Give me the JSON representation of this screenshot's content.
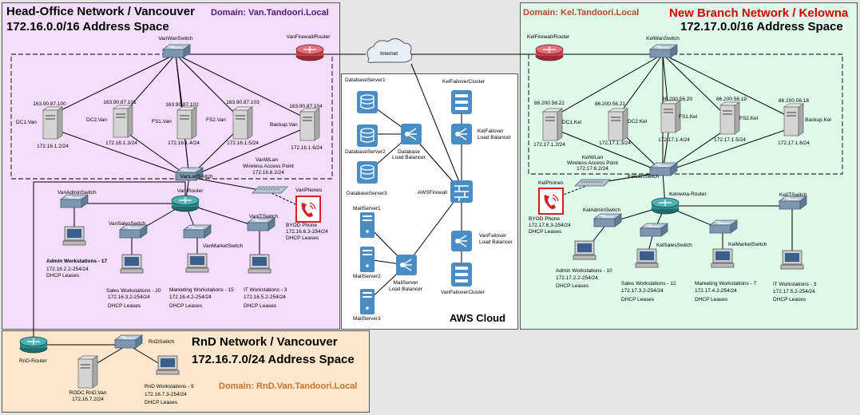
{
  "hq": {
    "title": "Head-Office Network  /  Vancouver",
    "subnet": "172.16.0.0/16 Address Space",
    "domain": "Domain: Van.Tandoori.Local",
    "wan_switch": "VanWanSwitch",
    "firewall": "VanFirewall/Router",
    "lan_switch": "VanLanSwitch",
    "router": "Van-Router",
    "wlan": [
      "VanWLan",
      "Wireless Access Point",
      "172.16.6.2/24"
    ],
    "phones": [
      "VanPhones",
      "BYOD Phone",
      "172.16.6.3-254/24",
      "DHCP Leases"
    ],
    "servers": [
      {
        "name": "DC1.Van",
        "public_ip": "163.90.87.100",
        "ip": "172.16.1.2/24"
      },
      {
        "name": "DC2.Van",
        "public_ip": "163.90.87.101",
        "ip": "172.16.1.3/24"
      },
      {
        "name": "FS1.Van",
        "public_ip": "163.90.87.102",
        "ip": "172.16.1.4/24"
      },
      {
        "name": "FS2.Van",
        "public_ip": "163.90.87.103",
        "ip": "172.16.1.5/24"
      },
      {
        "name": "Backup.Van",
        "public_ip": "163.90.87.104",
        "ip": "172.16.1.6/24"
      }
    ],
    "admin_switch": "VanAdminSwitch",
    "sales_switch": "VanSalesSwitch",
    "marketing_switch": "VanMarketSwitch",
    "it_switch": "VanITSwitch",
    "admin_ws": [
      "Admin Workstations - 17",
      "172.16.2.2-254/24",
      "DHCP Leases"
    ],
    "sales_ws": [
      "Sales Workstations - 20",
      "172.16.3.2-254/24",
      "DHCP Leases"
    ],
    "marketing_ws": [
      "Marketing Workstations - 15",
      "172.16.4.2-254/24",
      "DHCP Leases"
    ],
    "it_ws": [
      "IT Workstations - 3",
      "172.16.5.2-254/24",
      "DHCP Leases"
    ]
  },
  "internet": "Internet",
  "aws": {
    "title": "AWS Cloud",
    "db_servers": [
      "DatabaseServer1",
      "DatabaseServer2",
      "DatabaseServer3"
    ],
    "db_lb": [
      "Database",
      "Load Balancer"
    ],
    "firewall": "AWSFirewall",
    "mail_servers": [
      "MailServer1",
      "MailServer2",
      "MailServer3"
    ],
    "mail_lb": [
      "MailServer",
      "Load Balancer"
    ],
    "kel_cluster": "KelFailoverCluster",
    "kel_lb": [
      "KelFailover",
      "Load Balancer"
    ],
    "van_lb": [
      "VanFailover",
      "Load Balancer"
    ],
    "van_cluster": "VanFailoverCluster"
  },
  "kel": {
    "title": "New Branch Network  /  Kelowna",
    "subnet": "172.17.0.0/16 Address Space",
    "domain": "Domain: Kel.Tandoori.Local",
    "firewall": "KelFirewall/Router",
    "wan_switch": "KelWanSwitch",
    "lan_switch": "KelLanSwitch",
    "router": "Kelowna-Router",
    "wlan": [
      "KelWLan",
      "Wireless Access Point",
      "172.17.6.2/24"
    ],
    "phones": [
      "KelPhones",
      "BYOD Phone",
      "172.17.6.3-254/24",
      "DHCP Leases"
    ],
    "servers": [
      {
        "name": "DC1.Kel",
        "public_ip": "86.200.56.22",
        "ip": "172.17.1.2/24"
      },
      {
        "name": "DC2.Kel",
        "public_ip": "86.200.56.21",
        "ip": "172.17.1.3/24"
      },
      {
        "name": "FS1.Kel",
        "public_ip": "86.200.56.20",
        "ip": "172.17.1.4/24"
      },
      {
        "name": "FS2.Kel",
        "public_ip": "86.200.56.19",
        "ip": "172.17.1.5/24"
      },
      {
        "name": "Backup.Kel",
        "public_ip": "86.200.56.18",
        "ip": "172.17.1.6/24"
      }
    ],
    "admin_switch": "KelAdminSwitch",
    "sales_switch": "KelSalesSwitch",
    "marketing_switch": "KelMarketSwitch",
    "it_switch": "KelITSwitch",
    "admin_ws": [
      "Admin Workstations - 10",
      "172.17.2.2-254/24",
      "DHCP Leases"
    ],
    "sales_ws": [
      "Sales Workstations - 12",
      "172.17.3.2-254/24",
      "DHCP Leases"
    ],
    "marketing_ws": [
      "Marketing Workstations - 7",
      "172.17.4.2-254/24",
      "DHCP Leases"
    ],
    "it_ws": [
      "IT Workstations - 3",
      "172.17.5.2-254/24",
      "DHCP Leases"
    ]
  },
  "rnd": {
    "title": "RnD Network  /  Vancouver",
    "subnet": "172.16.7.0/24 Address Space",
    "domain": "Domain: RnD.Van.Tandoori.Local",
    "router": "RnD-Router",
    "switch": "RnDSwitch",
    "server": [
      "RODC.RnD.Van",
      "172.16.7.2/24"
    ],
    "ws": [
      "RnD Workstations - 9",
      "172.16.7.3-254/24",
      "DHCP Leases"
    ]
  },
  "colors": {
    "hq_bg": "#f4ddfb",
    "kel_bg": "#def8ea",
    "rnd_bg": "#fde6cc",
    "hq_domain": "#4b1a80",
    "kel_title": "#d30000",
    "kel_domain": "#b24a2a",
    "rnd_domain": "#c8742a",
    "device_blue": "#4a8cc4",
    "router_teal": "#2e8b8b",
    "firewall_red": "#c8404a"
  }
}
